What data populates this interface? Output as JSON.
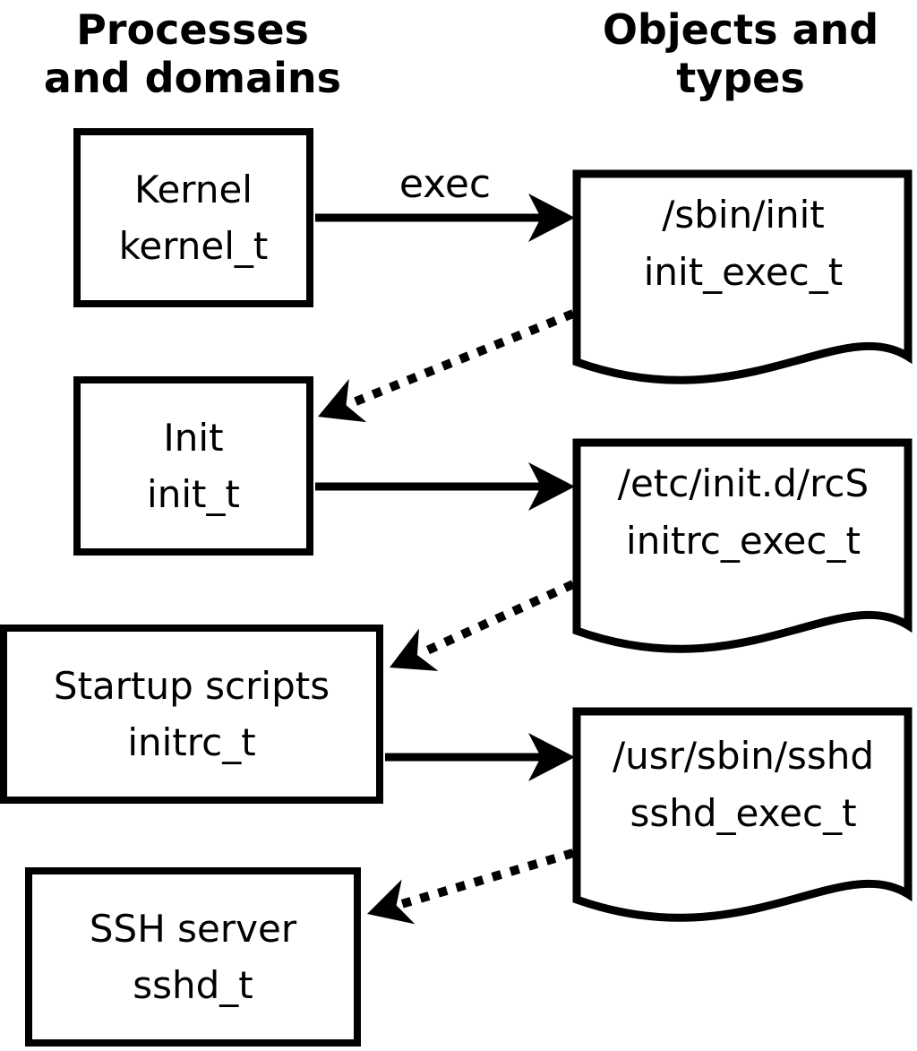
{
  "headers": {
    "left": "Processes\nand domains",
    "right": "Objects and\ntypes"
  },
  "exec_arrow_label": "exec",
  "processes": [
    {
      "name": "Kernel",
      "type": "kernel_t"
    },
    {
      "name": "Init",
      "type": "init_t"
    },
    {
      "name": "Startup scripts",
      "type": "initrc_t"
    },
    {
      "name": "SSH server",
      "type": "sshd_t"
    }
  ],
  "objects": [
    {
      "path": "/sbin/init",
      "type": "init_exec_t"
    },
    {
      "path": "/etc/init.d/rcS",
      "type": "initrc_exec_t"
    },
    {
      "path": "/usr/sbin/sshd",
      "type": "sshd_exec_t"
    }
  ],
  "colors": {
    "foreground": "#000000",
    "background": "#ffffff"
  }
}
